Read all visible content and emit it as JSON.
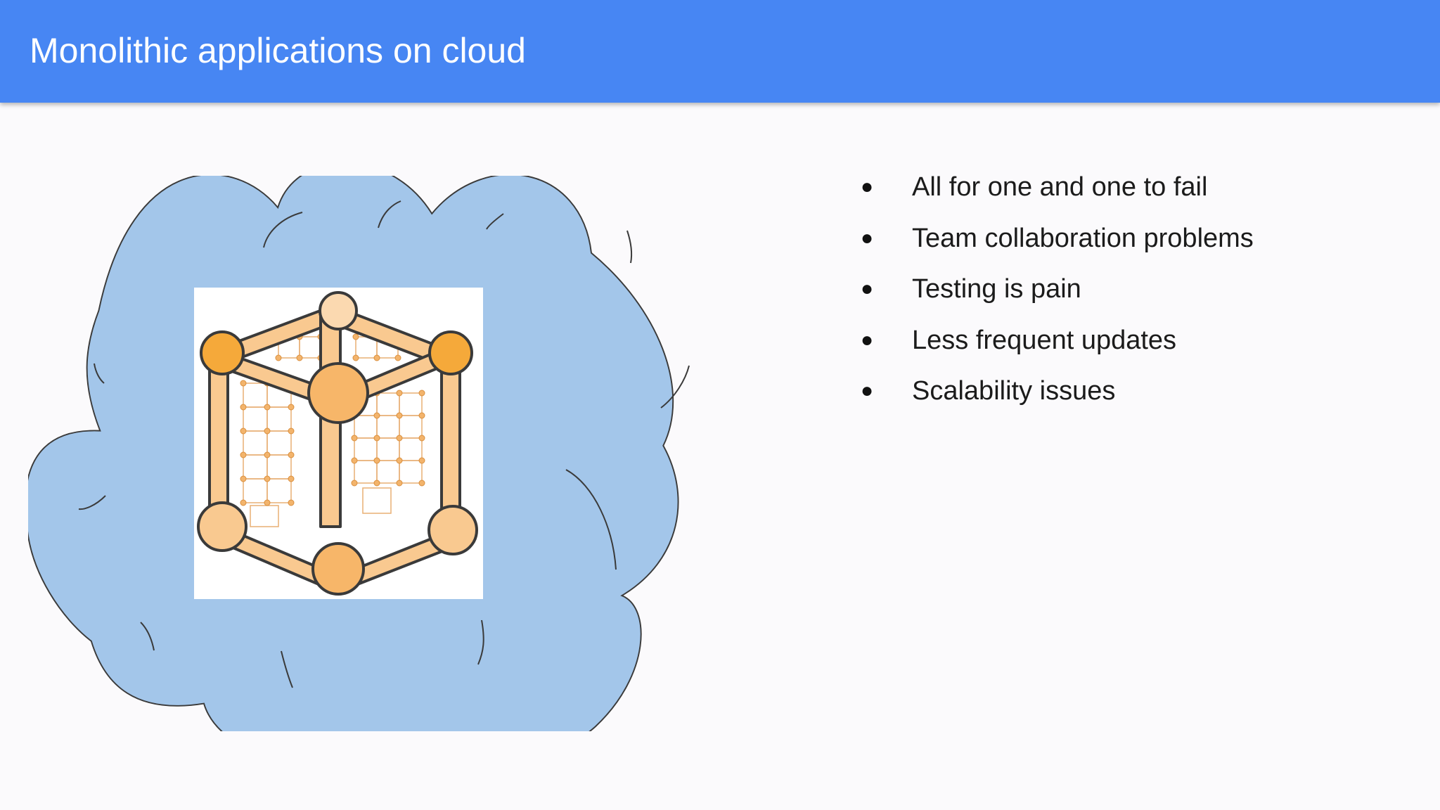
{
  "slide": {
    "title": "Monolithic applications on cloud",
    "header_color": "#4786f3",
    "background_color": "#fbfafc"
  },
  "illustration": {
    "cloud_icon": "cloud-icon",
    "cloud_fill": "#a3c6ea",
    "monolith_icon": "monolith-cube-icon",
    "monolith_color": "#f7b669"
  },
  "bullets": [
    {
      "bullet": "●",
      "text": "All for one and one to fail"
    },
    {
      "bullet": "●",
      "text": "Team collaboration problems"
    },
    {
      "bullet": "●",
      "text": "Testing is pain"
    },
    {
      "bullet": "●",
      "text": "Less frequent updates"
    },
    {
      "bullet": "●",
      "text": "Scalability issues"
    }
  ]
}
